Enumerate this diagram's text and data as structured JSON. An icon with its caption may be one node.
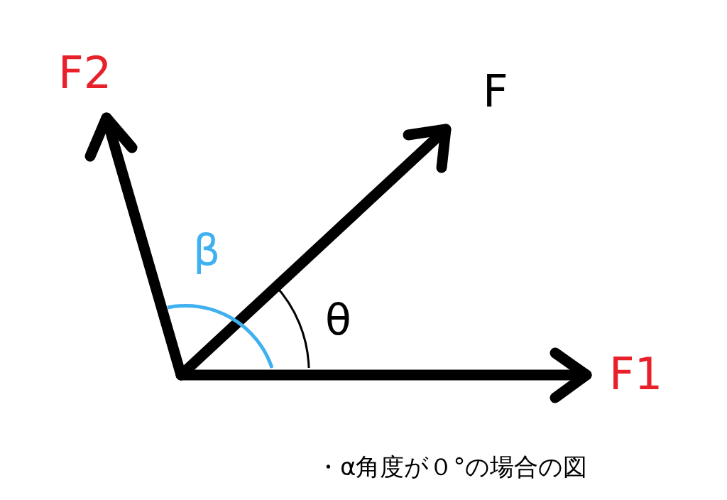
{
  "diagram": {
    "labels": [
      "F2",
      "F",
      "β",
      "θ",
      "F1",
      "・α角度が０°の場合の図"
    ]
  }
}
